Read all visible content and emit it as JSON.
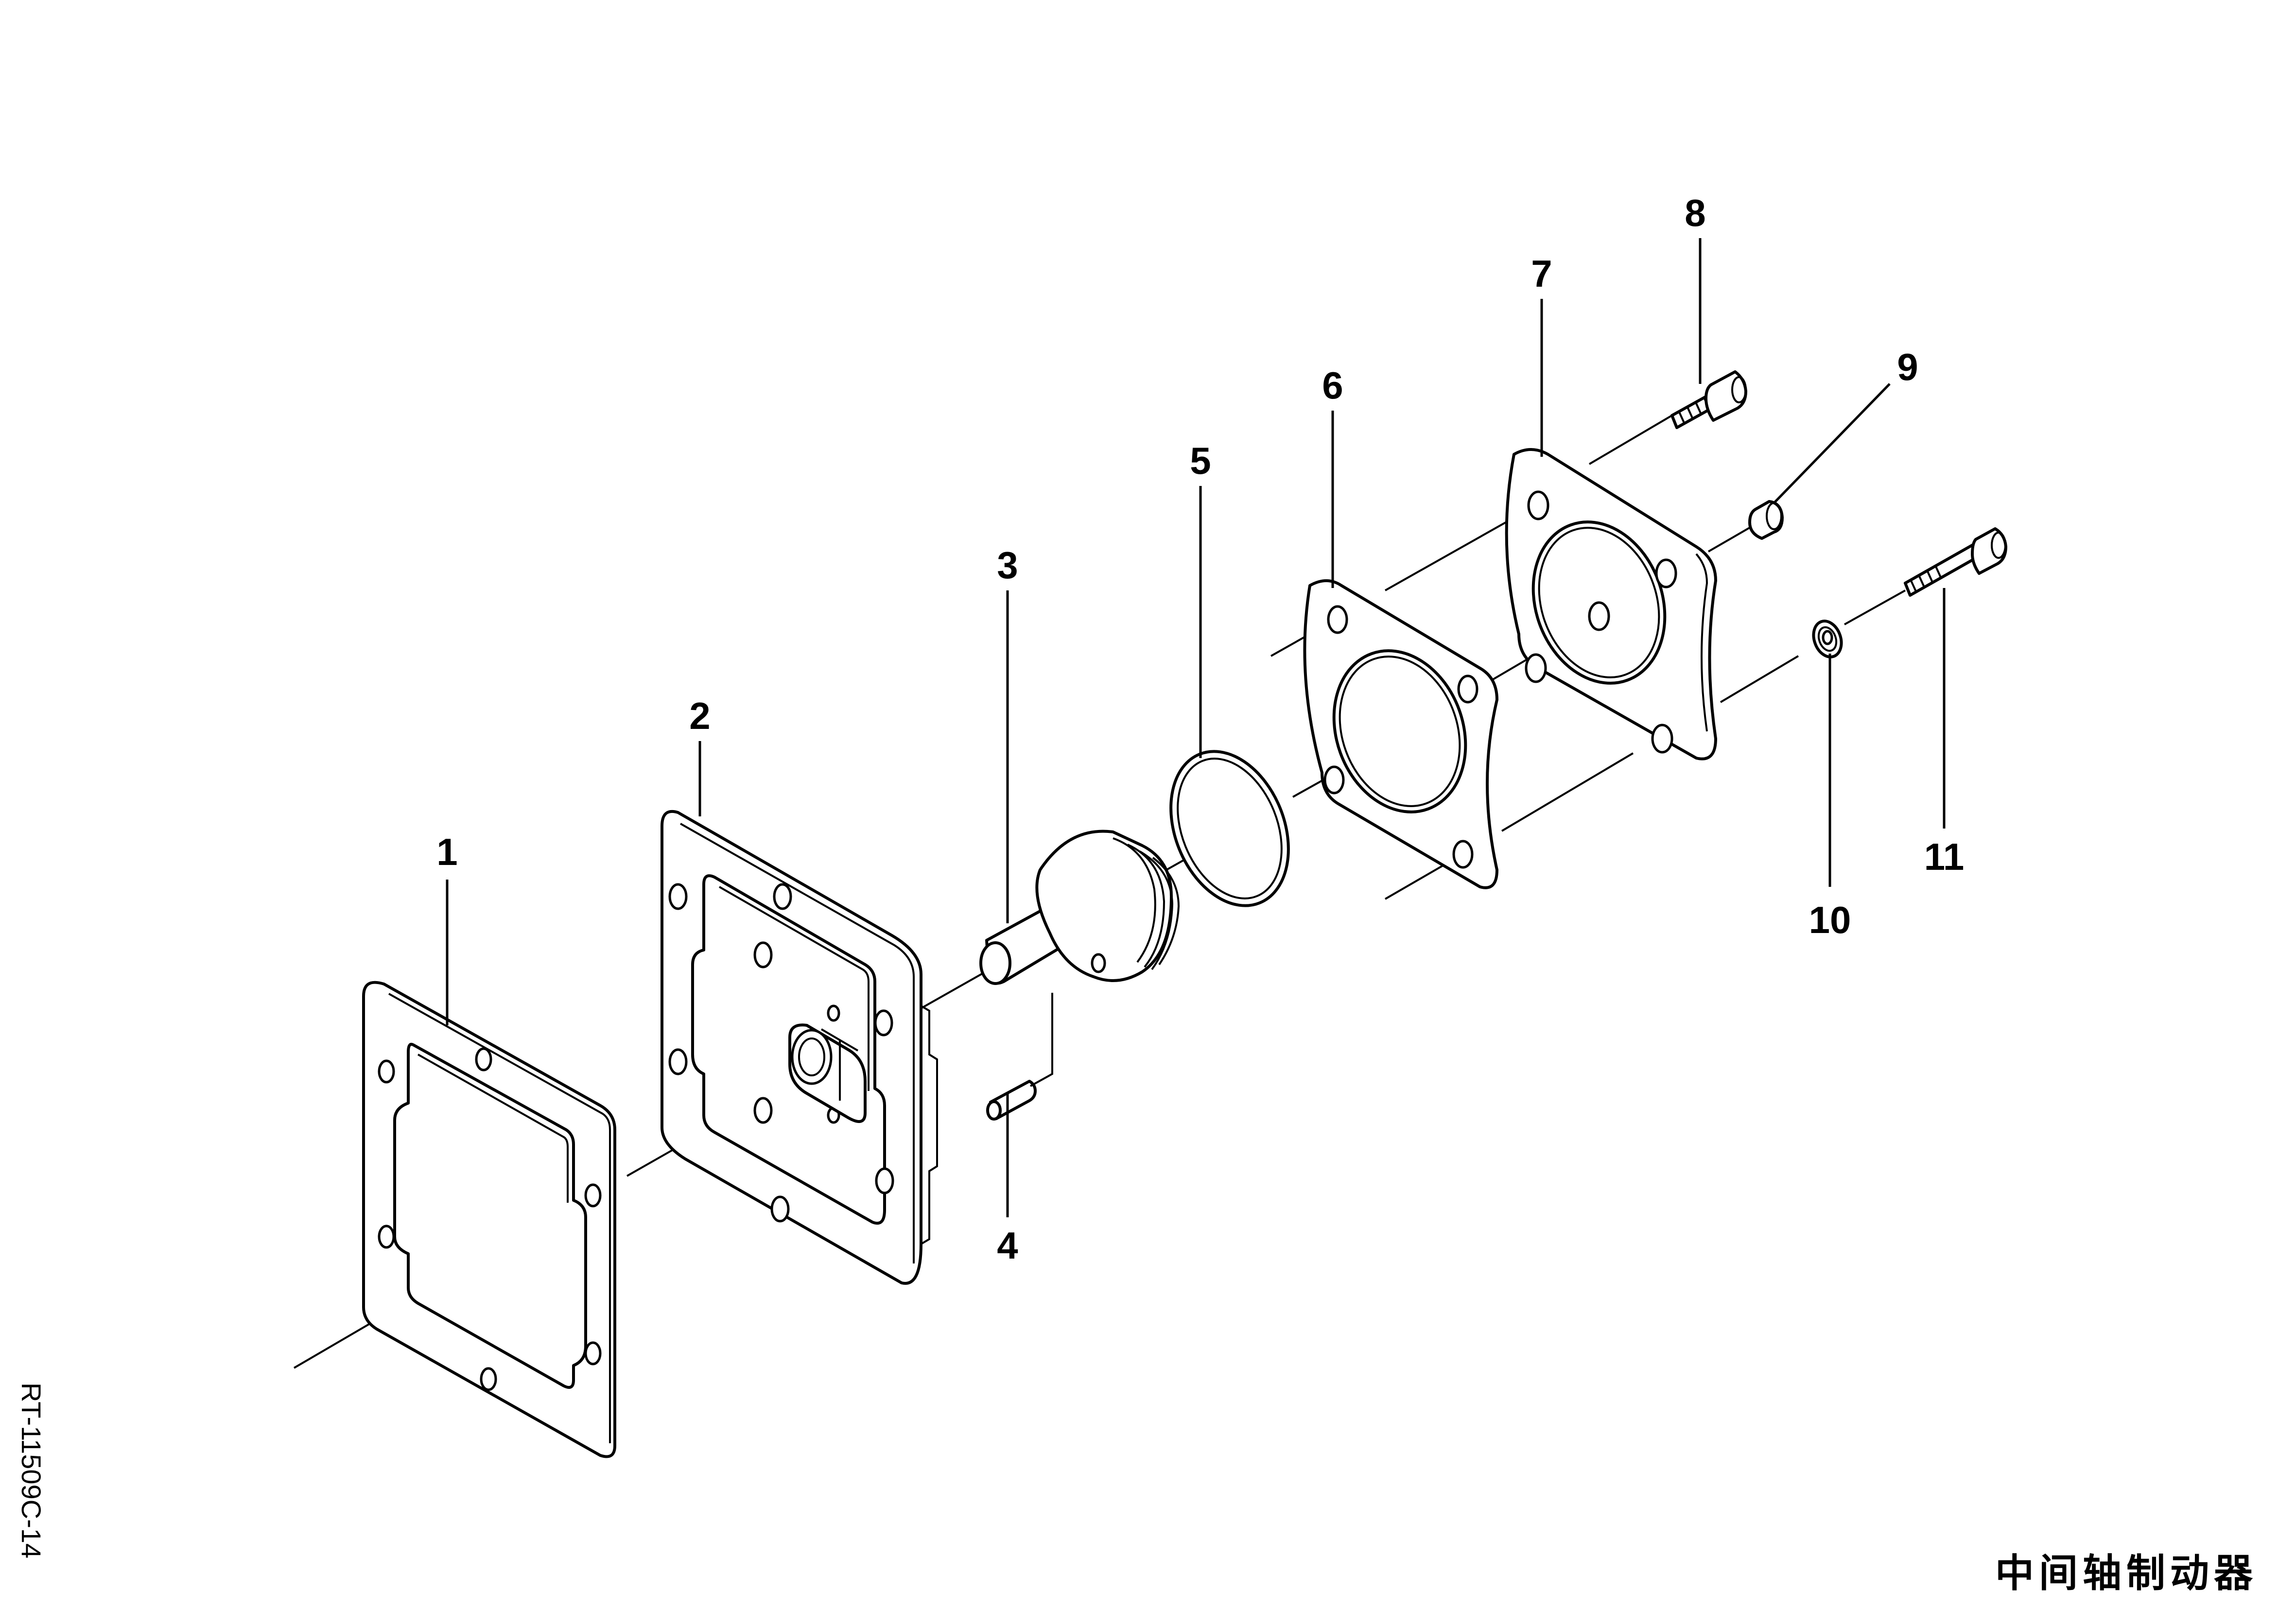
{
  "callouts": {
    "p1": "1",
    "p2": "2",
    "p3": "3",
    "p4": "4",
    "p5": "5",
    "p6": "6",
    "p7": "7",
    "p8": "8",
    "p9": "9",
    "p10": "10",
    "p11": "11"
  },
  "drawing_code": "RT-11509C-14",
  "caption": "中间轴制动器"
}
